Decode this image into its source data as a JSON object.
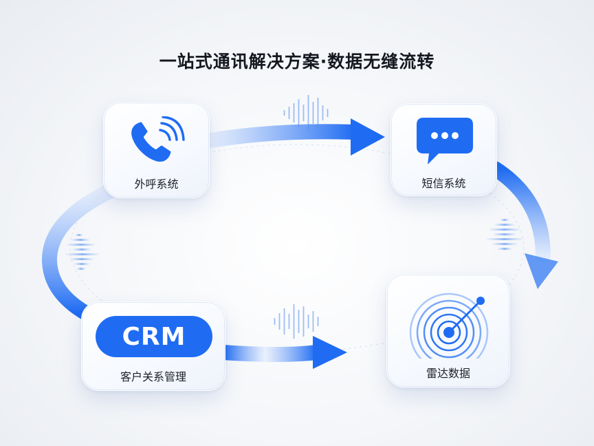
{
  "title": "一站式通讯解决方案·数据无缝流转",
  "nodes": {
    "call": {
      "label": "外呼系统",
      "icon": "phone-icon"
    },
    "sms": {
      "label": "短信系统",
      "icon": "chat-bubble-icon"
    },
    "radar": {
      "label": "雷达数据",
      "icon": "radar-icon"
    },
    "crm": {
      "label": "客户关系管理",
      "badge": "CRM"
    }
  },
  "colors": {
    "accent": "#1f6cf2",
    "flow_light": "#dce8fd",
    "text": "#15181f"
  }
}
